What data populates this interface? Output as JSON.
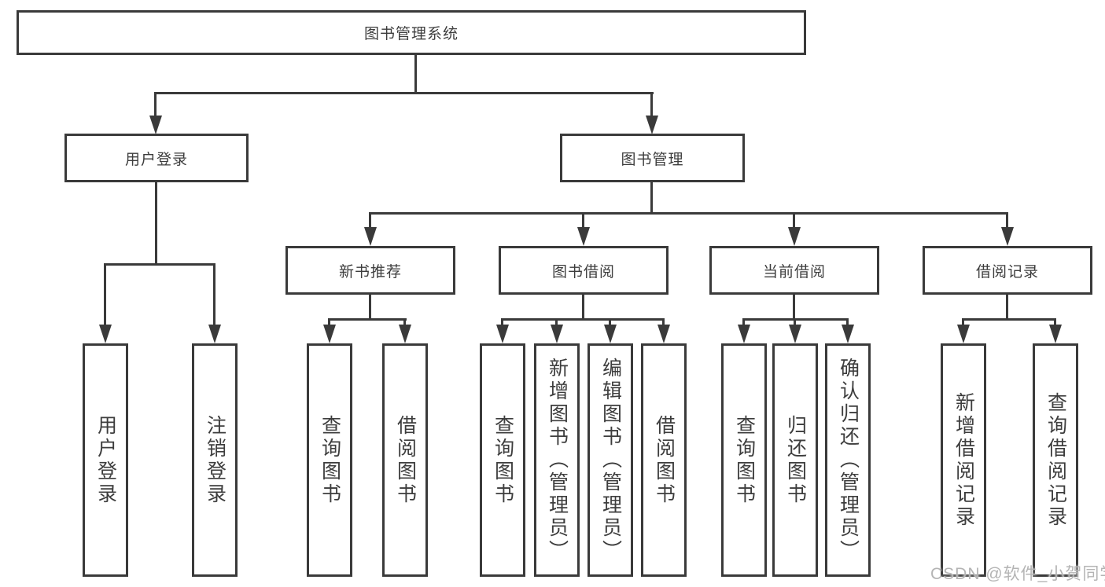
{
  "colors": {
    "line": "#3a3a3a",
    "text": "#3d3d3d",
    "background": "#ffffff",
    "watermark": "#b4b4b4"
  },
  "watermark": {
    "text": "CSDN @软件_小贺同学"
  },
  "tree": {
    "label": "图书管理系统",
    "children": [
      {
        "label": "用户登录",
        "children": [
          {
            "label": "用户登录"
          },
          {
            "label": "注销登录"
          }
        ]
      },
      {
        "label": "图书管理",
        "children": [
          {
            "label": "新书推荐",
            "children": [
              {
                "label": "查询图书"
              },
              {
                "label": "借阅图书"
              }
            ]
          },
          {
            "label": "图书借阅",
            "children": [
              {
                "label": "查询图书"
              },
              {
                "label": "新增图书（管理员）"
              },
              {
                "label": "编辑图书（管理员）"
              },
              {
                "label": "借阅图书"
              }
            ]
          },
          {
            "label": "当前借阅",
            "children": [
              {
                "label": "查询图书"
              },
              {
                "label": "归还图书"
              },
              {
                "label": "确认归还（管理员）"
              }
            ]
          },
          {
            "label": "借阅记录",
            "children": [
              {
                "label": "新增借阅记录"
              },
              {
                "label": "查询借阅记录"
              }
            ]
          }
        ]
      }
    ]
  }
}
